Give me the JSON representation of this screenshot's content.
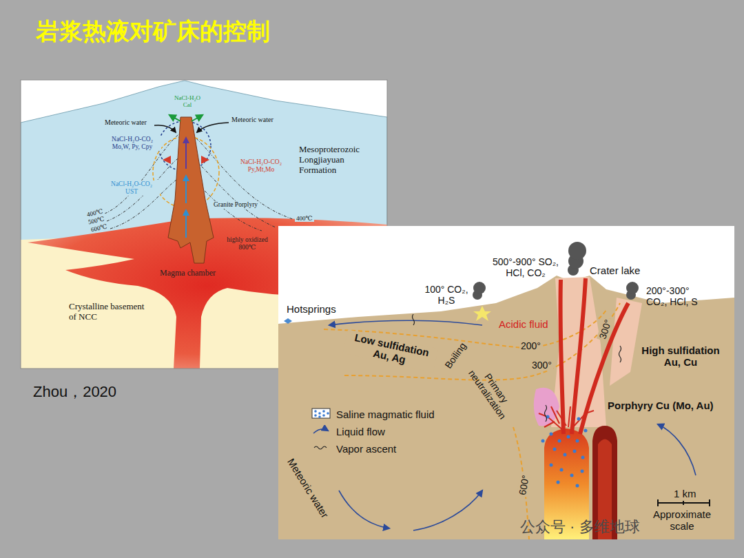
{
  "diagram": {
    "title": "岩浆热液对矿床的控制",
    "caption": "Zhou，2020",
    "labels": [
      "NaCl-H₂O Cal",
      "Meteoric water",
      "Meteoric water",
      "NaCl-H₂O-CO₂ Mo,W, Py, Cpy",
      "Mesoproterozoic Longjiayuan Formation",
      "NaCl-H₂O-CO₂ Py,Mt,Mo",
      "NaCl-H₂O-CO₂ UST",
      "Granite Porplyry",
      "400℃",
      "500℃",
      "600℃",
      "400℃",
      "highly oxidized 800℃",
      "Magma chamber",
      "Crystalline basement of NCC",
      "500°-900° SO₂, HCl, CO₂",
      "Crater lake",
      "100° CO₂, H₂S",
      "200°-300° CO₂, HCl, S",
      "Hotsprings",
      "Acidic fluid",
      "Low sulfidation Au, Ag",
      "Boiling",
      "200°",
      "300°",
      "300°",
      "High sulfidation Au, Cu",
      "Primary neutralization",
      "Porphyry Cu (Mo, Au)",
      "Meteoric water",
      "600°",
      "1 km",
      "Approximate scale",
      "公众号 · 多维地球"
    ],
    "legend": [
      {
        "text": "Saline magmatic fluid"
      },
      {
        "text": "Liquid flow"
      },
      {
        "text": "Vapor ascent"
      }
    ]
  }
}
